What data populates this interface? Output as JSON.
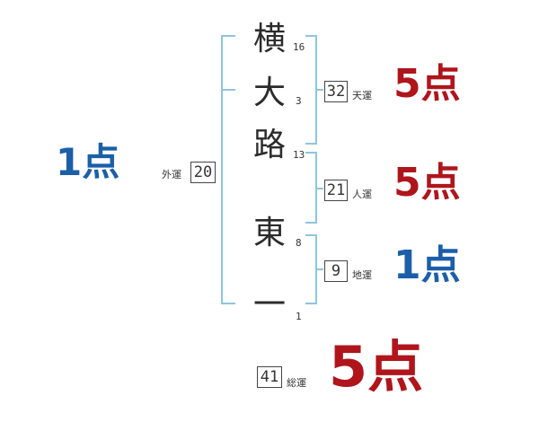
{
  "name": {
    "chars": [
      {
        "char": "横",
        "strokes": "16"
      },
      {
        "char": "大",
        "strokes": "3"
      },
      {
        "char": "路",
        "strokes": "13"
      },
      {
        "char": "東",
        "strokes": "8"
      },
      {
        "char": "一",
        "strokes": "1"
      }
    ]
  },
  "fortunes": {
    "gaiun": {
      "label": "外運",
      "value": "20",
      "score": "1点"
    },
    "tenun": {
      "label": "天運",
      "value": "32",
      "score": "5点"
    },
    "jinun": {
      "label": "人運",
      "value": "21",
      "score": "5点"
    },
    "chiun": {
      "label": "地運",
      "value": "9",
      "score": "1点"
    },
    "souun": {
      "label": "総運",
      "value": "41",
      "score": "5点"
    }
  },
  "colors": {
    "bracket": "#8ec5e0",
    "good": "#b0151c",
    "bad": "#1b5fa8"
  }
}
